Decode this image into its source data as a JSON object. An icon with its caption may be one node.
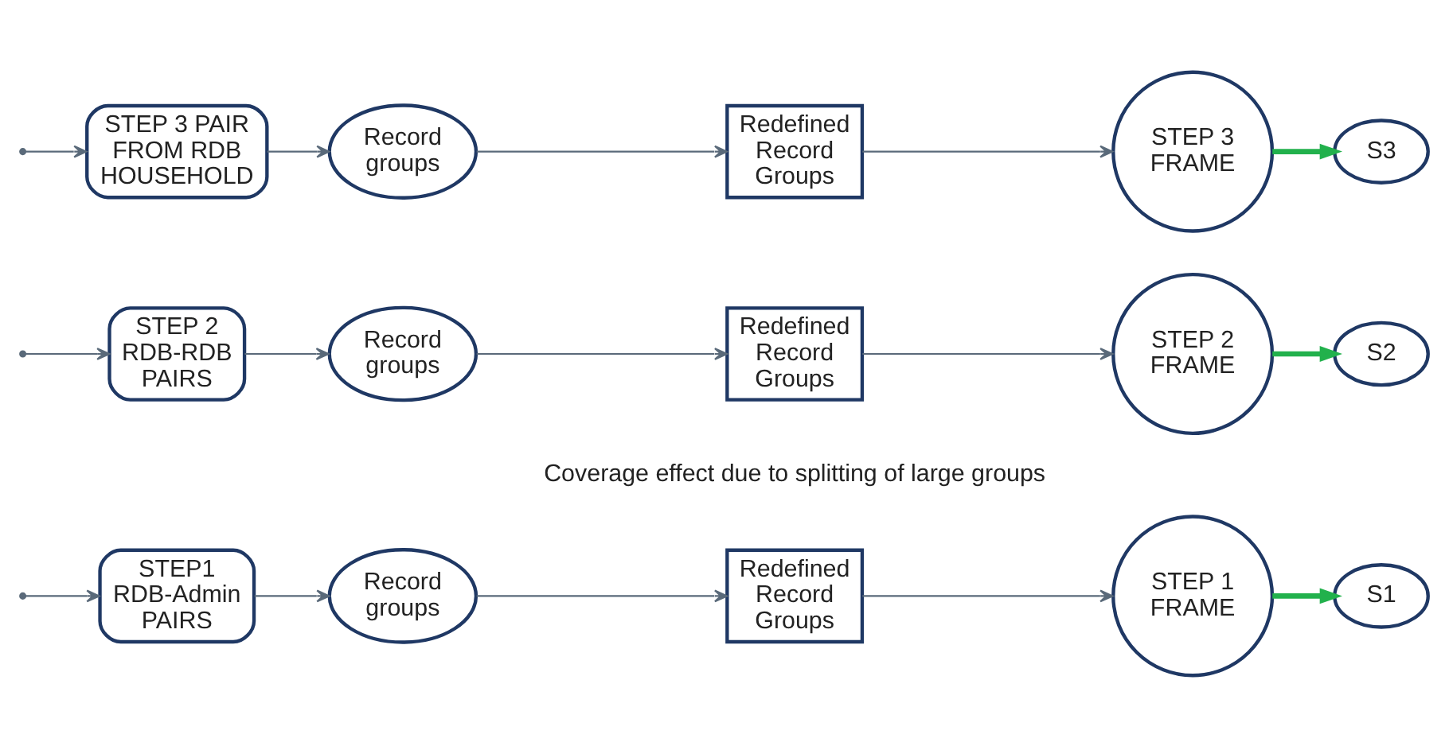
{
  "diagram": {
    "nodes": [
      {
        "text": [
          "STEP1 RDB-Admin PAIRS"
        ]
      },
      {
        "text": [
          "Record groups"
        ]
      },
      {
        "text": [
          "Redefined Record Groups"
        ]
      },
      {
        "text": [
          "STEP 2 RDB-RDB PAIRS"
        ]
      },
      {
        "text": [
          "Record groups"
        ]
      },
      {
        "text": [
          "Redefined Record Groups"
        ]
      },
      {
        "text": [
          "STEP 3 PAIR FROM RDB HOUSEHOLD"
        ]
      },
      {
        "text": [
          "Record groups"
        ]
      },
      {
        "text": [
          "Redefined Record Groups"
        ]
      },
      {
        "text": [
          "STEP 1 FRAME"
        ]
      },
      {
        "text": [
          "STEP 2 FRAME"
        ]
      },
      {
        "text": [
          "STEP 3 FRAME"
        ]
      },
      {
        "text": [
          "S1"
        ]
      },
      {
        "text": [
          "S2"
        ]
      },
      {
        "text": [
          "S3"
        ]
      }
    ],
    "edges": [
      {
        "from": null,
        "to": 0,
        "arrow": "to"
      },
      {
        "from": null,
        "to": 3,
        "arrow": "to"
      },
      {
        "from": null,
        "to": 6,
        "arrow": "to"
      },
      {
        "from": 0,
        "to": 1,
        "arrow": "to"
      },
      {
        "from": 1,
        "to": 2,
        "arrow": "to"
      },
      {
        "from": 2,
        "to": 9,
        "arrow": "to"
      },
      {
        "from": 3,
        "to": 4,
        "arrow": "to"
      },
      {
        "from": 4,
        "to": 5,
        "arrow": "to"
      },
      {
        "from": 5,
        "to": 10,
        "arrow": "to"
      },
      {
        "from": 6,
        "to": 7,
        "arrow": "to"
      },
      {
        "from": 7,
        "to": 8,
        "arrow": "to"
      },
      {
        "from": 8,
        "to": 11,
        "arrow": "to"
      },
      {
        "from": 9,
        "to": 12,
        "arrow": "to",
        "style": "thick",
        "color": "#22b14c"
      },
      {
        "from": 10,
        "to": 13,
        "arrow": "to",
        "style": "thick",
        "color": "#22b14c"
      },
      {
        "from": 11,
        "to": 14,
        "arrow": "to",
        "style": "thick",
        "color": "#22b14c"
      }
    ],
    "labels": [
      "Coverage effect due to splitting of large groups"
    ]
  }
}
